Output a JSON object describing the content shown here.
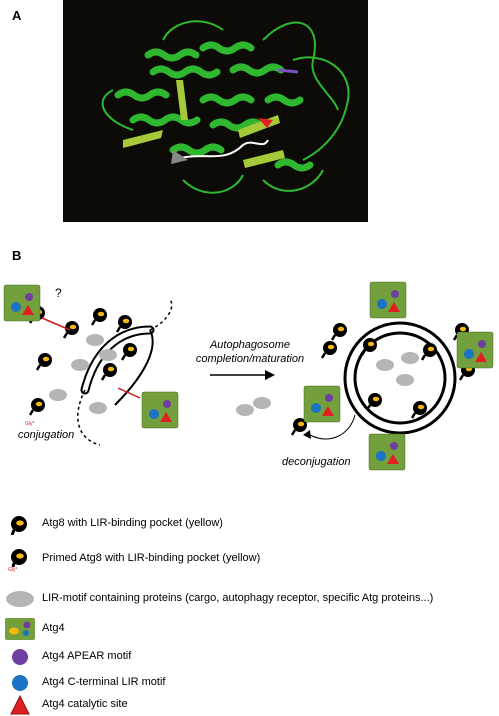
{
  "panel_a": {
    "label": "A"
  },
  "panel_b": {
    "label": "B",
    "question_mark": "?",
    "gly_label": "Gly*",
    "conjugation": "conjugation",
    "arrow_label_line1": "Autophagosome",
    "arrow_label_line2": "completion/maturation",
    "deconjugation": "deconjugation"
  },
  "legend": [
    {
      "icon": "atg8-icon",
      "text": "Atg8 with LIR-binding pocket (yellow)"
    },
    {
      "icon": "primed-atg8-icon",
      "text": "Primed Atg8 with LIR-binding pocket (yellow)",
      "sub": "Gly*"
    },
    {
      "icon": "lir-protein-icon",
      "text": "LIR-motif containing proteins (cargo, autophagy receptor, specific Atg proteins...)"
    },
    {
      "icon": "atg4-icon",
      "text": "Atg4"
    },
    {
      "icon": "apear-motif-icon",
      "text": "Atg4 APEAR motif"
    },
    {
      "icon": "lir-motif-icon",
      "text": "Atg4 C-terminal LIR motif"
    },
    {
      "icon": "catalytic-site-icon",
      "text": "Atg4 catalytic site"
    }
  ],
  "colors": {
    "structure_bg": "#0d0b08",
    "ribbon": "#2fb82f",
    "strand": "#a6c93a",
    "catalytic_red": "#e02020",
    "atg8_yellow": "#f2b90f",
    "atg4_green": "#73a03c",
    "apear_purple": "#6e3fa0",
    "lir_blue": "#1c72c4",
    "protein_gray": "#b5b5b5"
  }
}
